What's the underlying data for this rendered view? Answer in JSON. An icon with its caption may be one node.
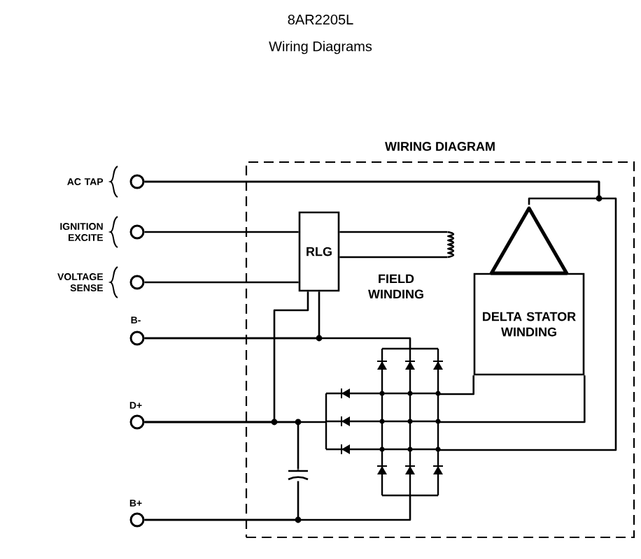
{
  "diagram": {
    "title": "8AR2205L",
    "nodes": [
      {
        "text": [
          "WIRING DIAGRAM"
        ]
      },
      {
        "text": [],
        "shape": "circle",
        "beside": [
          "AC TAP"
        ]
      },
      {
        "text": [],
        "shape": "circle",
        "beside": [
          "IGNITION EXCITE"
        ]
      },
      {
        "text": [],
        "shape": "circle",
        "beside": [
          "VOLTAGE SENSE"
        ]
      },
      {
        "text": [],
        "shape": "circle",
        "beside": [
          "B-"
        ]
      },
      {
        "text": [],
        "shape": "circle",
        "beside": [
          "D+"
        ]
      },
      {
        "text": [],
        "shape": "circle",
        "beside": [
          "B+"
        ]
      },
      {
        "text": [
          "RLG"
        ],
        "in": 0
      },
      {
        "text": [],
        "shape": "coil",
        "beside": [
          "FIELD WINDING"
        ],
        "in": 0
      },
      {
        "text": [],
        "shape": "triangle",
        "in": 0
      },
      {
        "text": [
          "DELTA STATOR WINDING"
        ],
        "in": 0
      },
      {
        "text": [],
        "shape": "picture",
        "in": 0
      },
      {
        "text": [],
        "shape": "capacitor",
        "in": 0
      }
    ],
    "edges": [
      {
        "from": 1,
        "to": 9,
        "arrow": "none"
      },
      {
        "from": 1,
        "to": 11,
        "arrow": "none"
      },
      {
        "from": 2,
        "to": 7,
        "arrow": "none"
      },
      {
        "from": 3,
        "to": 7,
        "arrow": "none"
      },
      {
        "from": 7,
        "to": 8,
        "arrow": "none"
      },
      {
        "from": 7,
        "to": 8,
        "arrow": "none"
      },
      {
        "from": 7,
        "to": 4,
        "arrow": "none"
      },
      {
        "from": 7,
        "to": 5,
        "arrow": "none"
      },
      {
        "from": 4,
        "to": 11,
        "arrow": "none"
      },
      {
        "from": 5,
        "to": 11,
        "arrow": "none"
      },
      {
        "from": 6,
        "to": 11,
        "arrow": "none"
      },
      {
        "from": 10,
        "to": 11,
        "arrow": "none"
      },
      {
        "from": 10,
        "to": 11,
        "arrow": "none"
      },
      {
        "from": 12,
        "to": 5,
        "arrow": "none"
      },
      {
        "from": 12,
        "to": 6,
        "arrow": "none"
      }
    ],
    "labels": [
      "Wiring Diagrams"
    ]
  }
}
